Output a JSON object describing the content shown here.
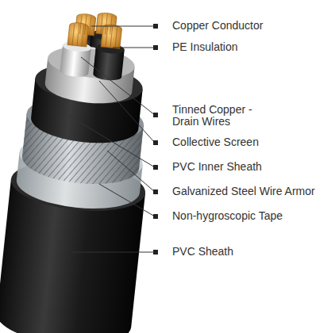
{
  "diagram": {
    "labels": [
      "Copper Conductor",
      "PE Insulation",
      "Tinned Copper - Drain Wires",
      "Collective Screen",
      "PVC Inner Sheath",
      "Galvanized Steel Wire Armor",
      "Non-hygroscopic Tape",
      "PVC Sheath"
    ]
  }
}
